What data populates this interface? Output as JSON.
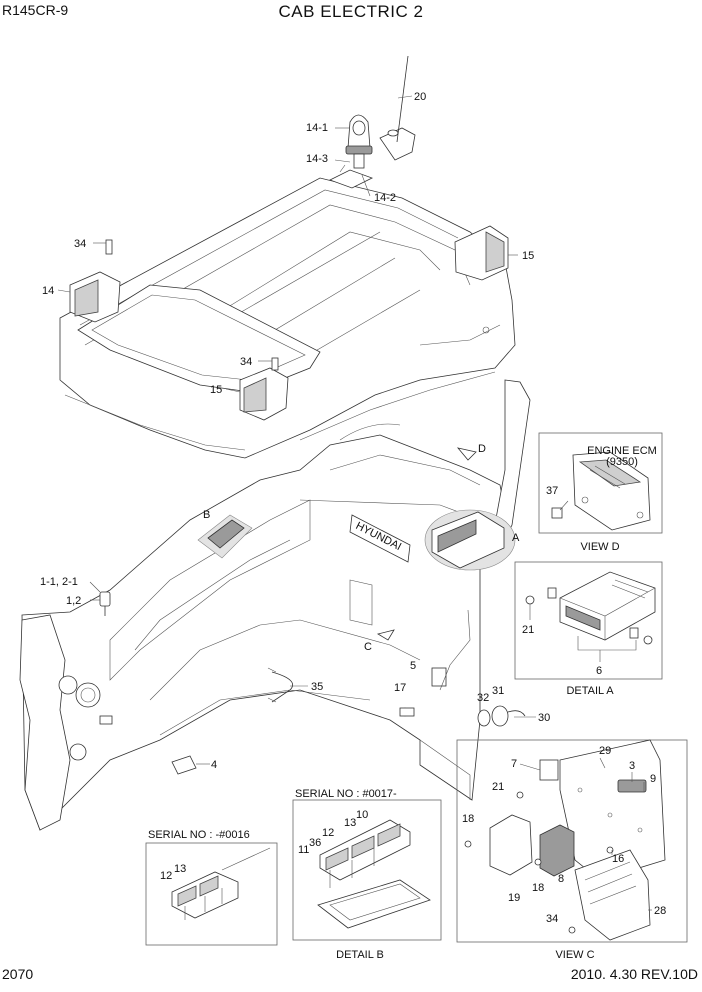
{
  "header": {
    "model": "R145CR-9",
    "title": "CAB ELECTRIC 2"
  },
  "footer": {
    "page_number": "2070",
    "date_revision": "2010. 4.30  REV.10D"
  },
  "callouts": {
    "c20": "20",
    "c14_1": "14-1",
    "c14_3": "14-3",
    "c14_2": "14-2",
    "c34a": "34",
    "c14": "14",
    "c15a": "15",
    "c34b": "34",
    "c15b": "15",
    "cD": "D",
    "cA": "A",
    "cB": "B",
    "cC": "C",
    "c1_1": "1-1, 2-1",
    "c1_2": "1,2",
    "c35": "35",
    "c5": "5",
    "c17": "17",
    "c32": "32",
    "c31": "31",
    "c30": "30",
    "c4": "4",
    "c37": "37",
    "c21a": "21",
    "c6": "6",
    "c7": "7",
    "c29": "29",
    "c3": "3",
    "c9": "9",
    "c21b": "21",
    "c18a": "18",
    "c16": "16",
    "c19": "19",
    "c18b": "18",
    "c8": "8",
    "c28": "28",
    "c34c": "34",
    "sb12": "12",
    "sb13": "13",
    "sb10": "10",
    "sb11": "11",
    "sb36": "36",
    "sa12": "12",
    "sa13": "13"
  },
  "views": {
    "view_d": {
      "caption": "VIEW D",
      "ecm_label": "ENGINE ECM",
      "ecm_code": "(9350)"
    },
    "detail_a": {
      "caption": "DETAIL A"
    },
    "view_c": {
      "caption": "VIEW C"
    },
    "detail_b": {
      "caption": "DETAIL B",
      "serial": "SERIAL NO : #0017-"
    },
    "early_switch": {
      "serial": "SERIAL NO : -#0016"
    }
  },
  "brand_text": "HYUNDAI"
}
